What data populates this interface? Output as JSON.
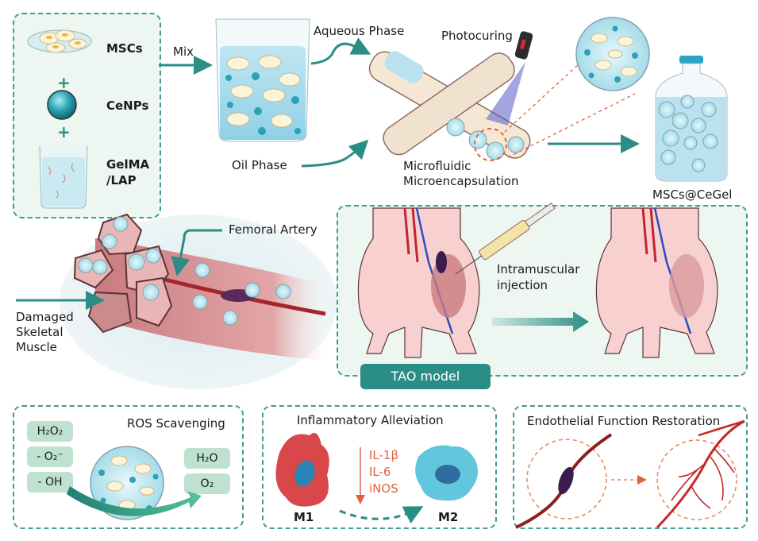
{
  "colors": {
    "teal_accent": "#2a8d86",
    "dashed_border": "#3f9c98",
    "panel_fill": "#edf6f1",
    "chip_fill": "#bfe1cf",
    "cytokine_red": "#e2623d",
    "muscle_pink": "#c97a80",
    "m1_red": "#d8474a",
    "m2_cyan": "#62c6dc"
  },
  "ingredients": {
    "items": [
      {
        "label": "MSCs",
        "icon": "petri-dish-icon"
      },
      {
        "label": "CeNPs",
        "icon": "nanoparticle-sphere-icon"
      },
      {
        "label": "GelMA\n/LAP",
        "line1": "GelMA",
        "line2": "/LAP",
        "icon": "beaker-icon"
      }
    ],
    "plus": "+"
  },
  "process": {
    "mix_label": "Mix",
    "aqueous_label": "Aqueous Phase",
    "oil_label": "Oil Phase",
    "photocuring_label": "Photocuring",
    "microfluidic_line1": "Microfluidic",
    "microfluidic_line2": "Microencapsulation",
    "product_label": "MSCs@CeGel"
  },
  "muscle": {
    "artery_label": "Femoral Artery",
    "damaged_line1": "Damaged",
    "damaged_line2": "Skeletal",
    "damaged_line3": "Muscle"
  },
  "tao_panel": {
    "injection_line1": "Intramuscular",
    "injection_line2": "injection",
    "badge": "TAO model"
  },
  "mechanisms": {
    "ros": {
      "title": "ROS Scavenging",
      "inputs": [
        "H₂O₂",
        "- O₂⁻",
        "- OH"
      ],
      "outputs": [
        "H₂O",
        "O₂"
      ]
    },
    "inflammation": {
      "title": "Inflammatory Alleviation",
      "cytokines": [
        "IL-1β",
        "IL-6",
        "iNOS"
      ],
      "from": "M1",
      "to": "M2"
    },
    "endothelial": {
      "title": "Endothelial Function Restoration"
    }
  }
}
